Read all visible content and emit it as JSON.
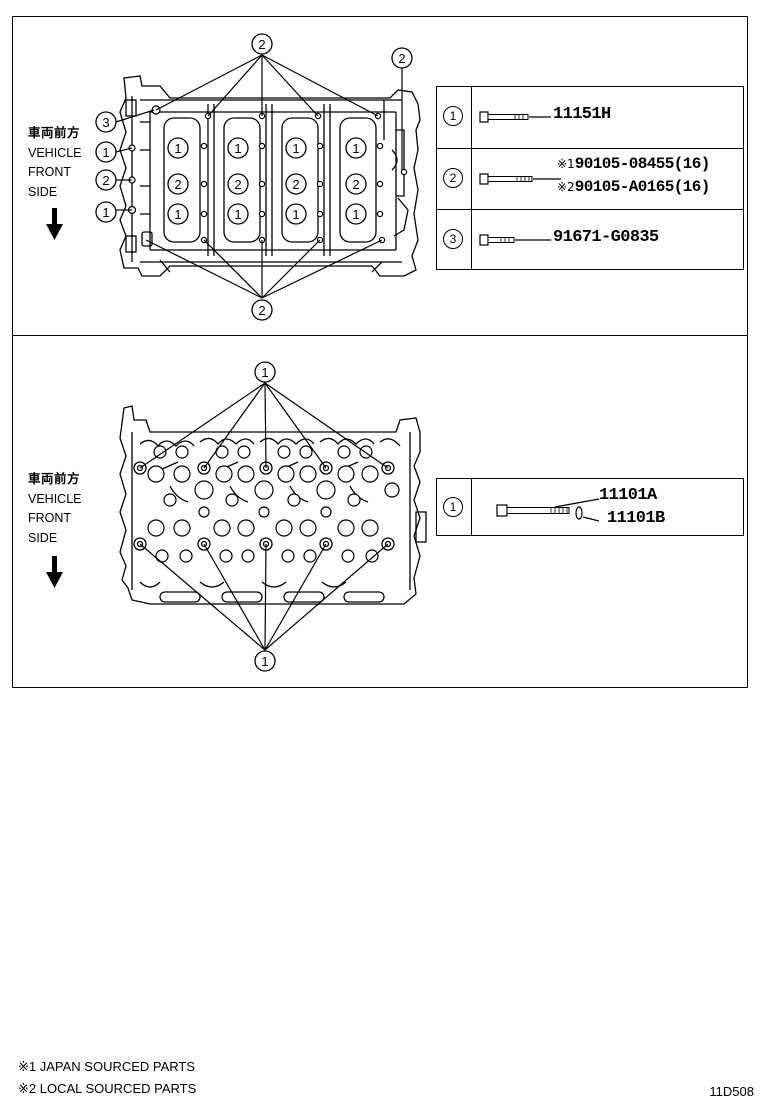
{
  "panels": [
    {
      "direction_label": {
        "jp": "車両前方",
        "en": [
          "VEHICLE",
          "FRONT",
          "SIDE"
        ]
      },
      "legend": [
        {
          "callout": "1",
          "parts": [
            {
              "number": "11151H"
            }
          ]
        },
        {
          "callout": "2",
          "parts": [
            {
              "mark": "※1",
              "number": "90105-08455(16)"
            },
            {
              "mark": "※2",
              "number": "90105-A0165(16)"
            }
          ]
        },
        {
          "callout": "3",
          "parts": [
            {
              "number": "91671-G0835"
            }
          ]
        }
      ]
    },
    {
      "direction_label": {
        "jp": "車両前方",
        "en": [
          "VEHICLE",
          "FRONT",
          "SIDE"
        ]
      },
      "legend": [
        {
          "callout": "1",
          "parts": [
            {
              "number": "11101A"
            },
            {
              "number": "11101B"
            }
          ]
        }
      ]
    }
  ],
  "callouts": {
    "one": "1",
    "two": "2",
    "three": "3"
  },
  "footnotes": [
    "※1 JAPAN SOURCED PARTS",
    "※2 LOCAL SOURCED PARTS"
  ],
  "drawing_code": "11D508"
}
